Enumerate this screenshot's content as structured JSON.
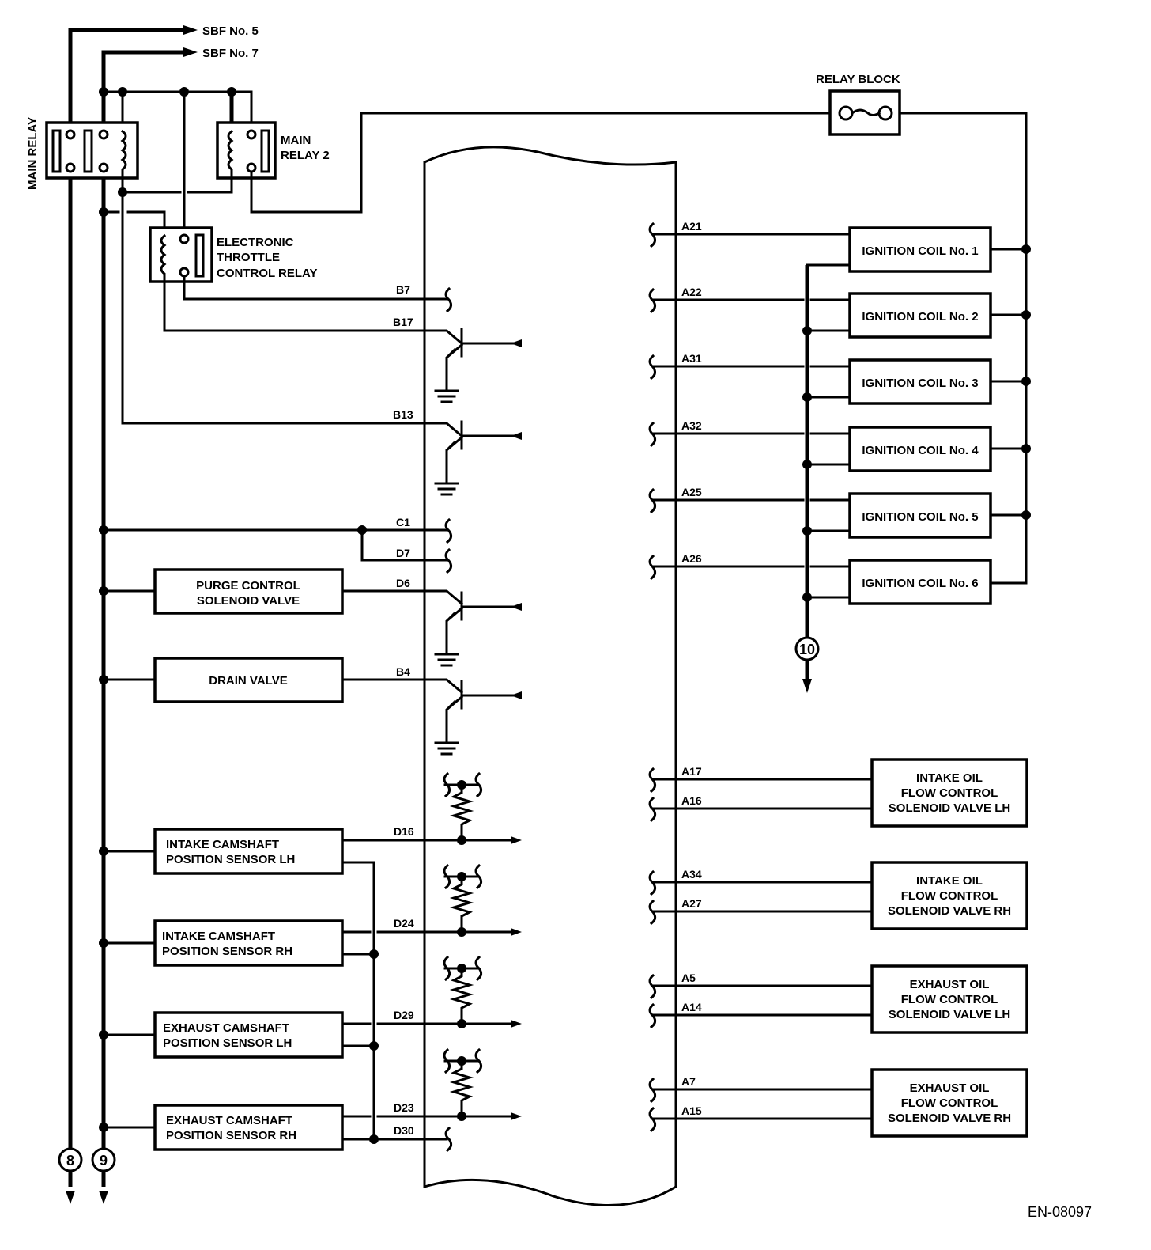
{
  "diagram": {
    "figure_code": "EN-08097",
    "colors": {
      "line": "#000000",
      "background": "#ffffff"
    },
    "fuses": [
      {
        "label": "SBF No.  5"
      },
      {
        "label": "SBF No.  7"
      }
    ],
    "relays": {
      "main_relay": "MAIN RELAY",
      "main_relay_2": [
        "MAIN",
        "RELAY 2"
      ],
      "etc_relay": [
        "ELECTRONIC",
        "THROTTLE",
        "CONTROL RELAY"
      ],
      "relay_block": "RELAY BLOCK"
    },
    "left_components": [
      {
        "lines": [
          "PURGE CONTROL",
          "SOLENOID VALVE"
        ],
        "pin": "D6"
      },
      {
        "lines": [
          "DRAIN VALVE"
        ],
        "pin": "B4"
      },
      {
        "lines": [
          "INTAKE CAMSHAFT",
          "POSITION SENSOR LH"
        ],
        "pin": "D16"
      },
      {
        "lines": [
          "INTAKE CAMSHAFT",
          "POSITION SENSOR RH"
        ],
        "pin": "D24"
      },
      {
        "lines": [
          "EXHAUST CAMSHAFT",
          "POSITION SENSOR LH"
        ],
        "pin": "D29"
      },
      {
        "lines": [
          "EXHAUST CAMSHAFT",
          "POSITION SENSOR RH"
        ],
        "pin": "D23",
        "pin2": "D30"
      }
    ],
    "ecm_left_pins": {
      "b7": "B7",
      "b17": "B17",
      "b13": "B13",
      "c1": "C1",
      "d7": "D7"
    },
    "ignition_coils": [
      {
        "label": "IGNITION COIL No. 1",
        "pin": "A21"
      },
      {
        "label": "IGNITION COIL No. 2",
        "pin": "A22"
      },
      {
        "label": "IGNITION COIL No. 3",
        "pin": "A31"
      },
      {
        "label": "IGNITION COIL No. 4",
        "pin": "A32"
      },
      {
        "label": "IGNITION COIL No. 5",
        "pin": "A25"
      },
      {
        "label": "IGNITION COIL No. 6",
        "pin": "A26"
      }
    ],
    "oil_valves": [
      {
        "lines": [
          "INTAKE OIL",
          "FLOW CONTROL",
          "SOLENOID VALVE LH"
        ],
        "pins": [
          "A17",
          "A16"
        ]
      },
      {
        "lines": [
          "INTAKE OIL",
          "FLOW CONTROL",
          "SOLENOID VALVE RH"
        ],
        "pins": [
          "A34",
          "A27"
        ]
      },
      {
        "lines": [
          "EXHAUST OIL",
          "FLOW CONTROL",
          "SOLENOID VALVE LH"
        ],
        "pins": [
          "A5",
          "A14"
        ]
      },
      {
        "lines": [
          "EXHAUST OIL",
          "FLOW CONTROL",
          "SOLENOID VALVE RH"
        ],
        "pins": [
          "A7",
          "A15"
        ]
      }
    ],
    "connectors": {
      "c8": "8",
      "c9": "9",
      "c10": "10"
    }
  }
}
